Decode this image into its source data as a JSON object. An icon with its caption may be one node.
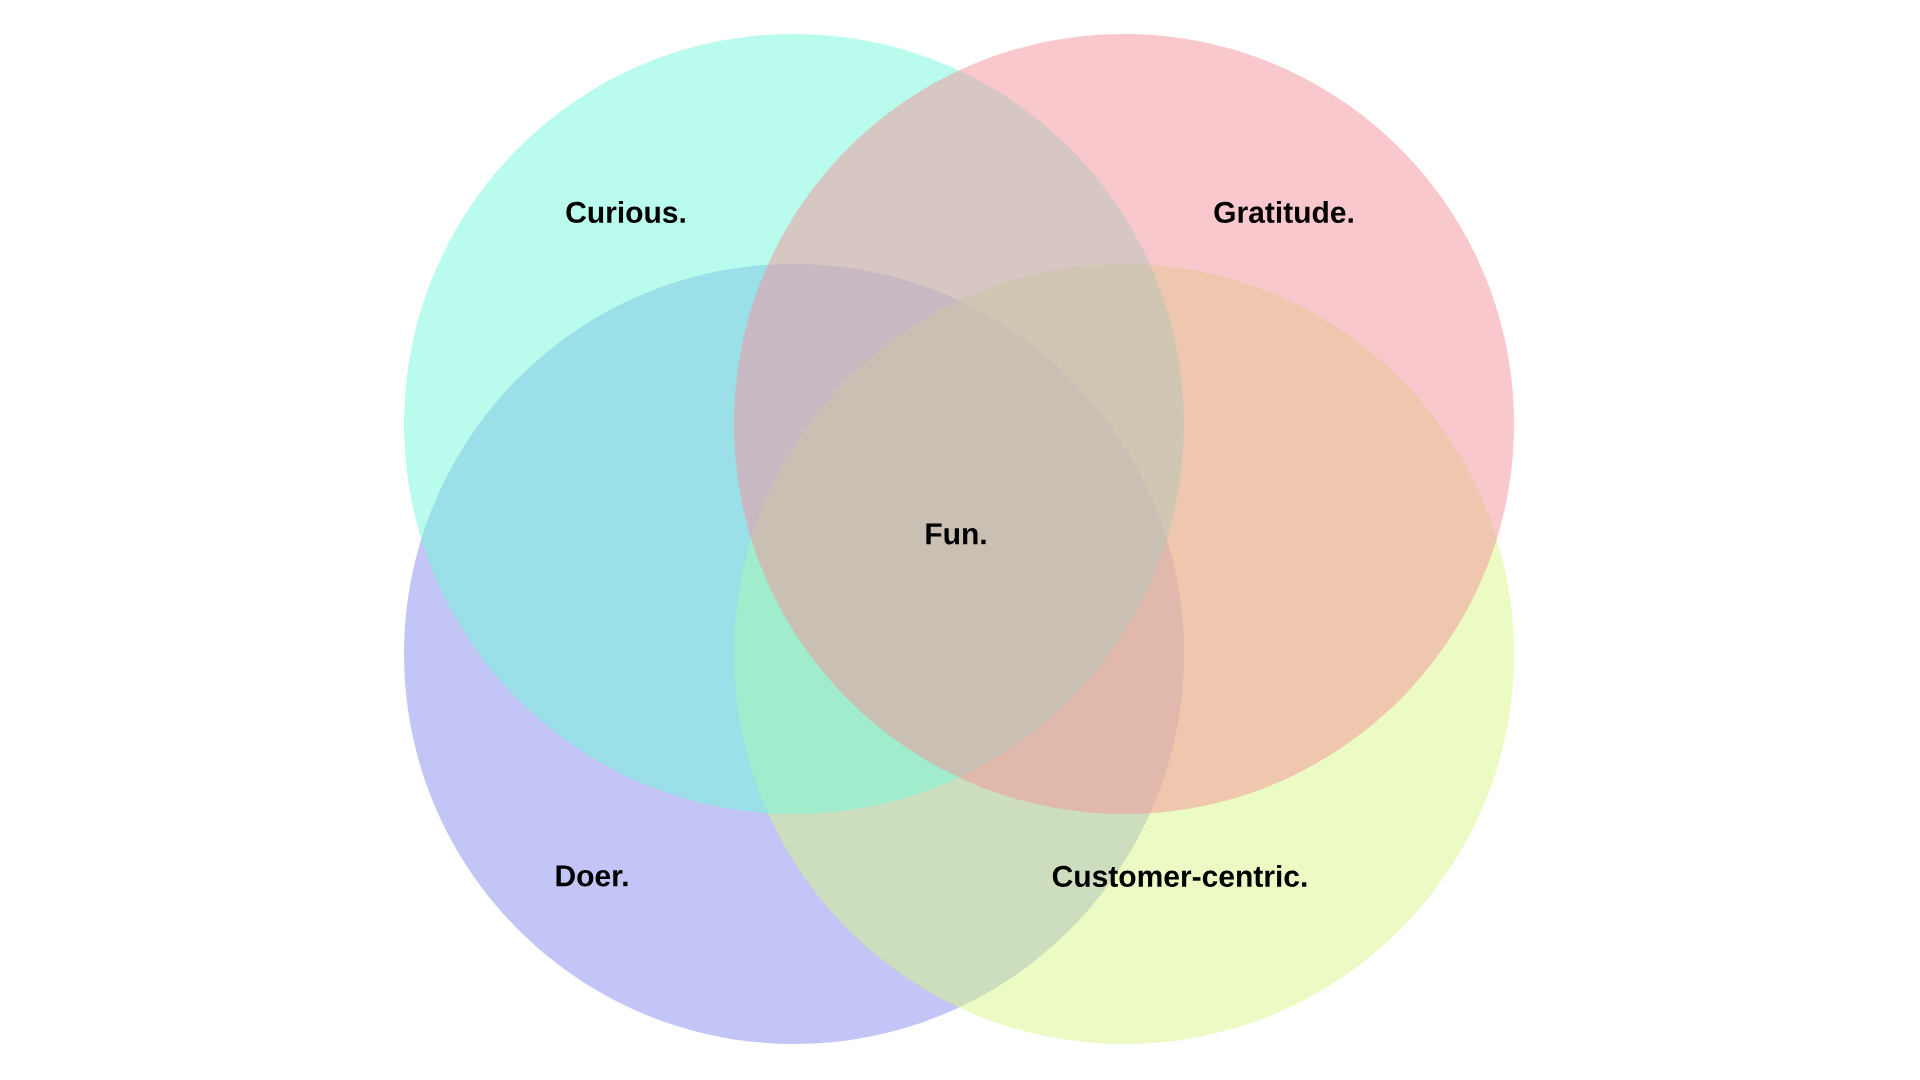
{
  "diagram": {
    "nodes": [
      {
        "text": [
          "Doer."
        ]
      },
      {
        "text": [
          "Customer-centric."
        ]
      },
      {
        "text": [
          "Curious."
        ]
      },
      {
        "text": [
          "Gratitude."
        ]
      }
    ],
    "labels": [
      "Fun."
    ]
  }
}
